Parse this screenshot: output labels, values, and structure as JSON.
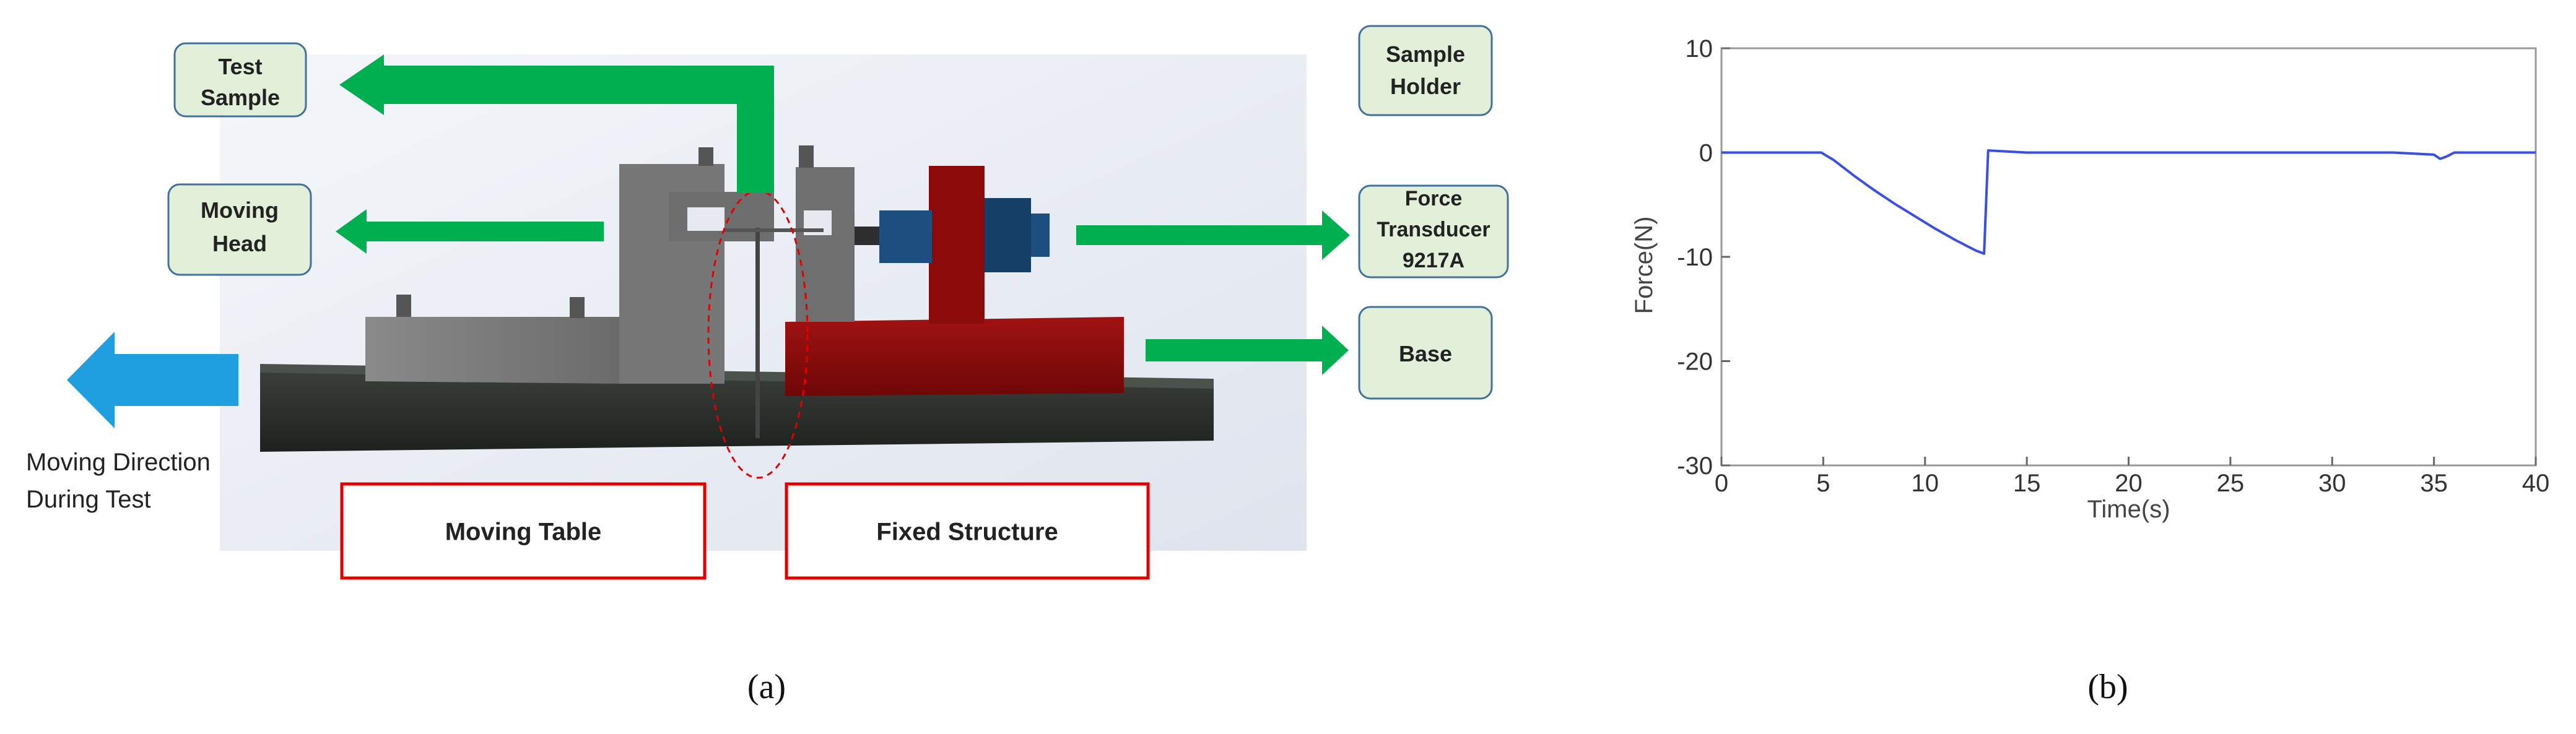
{
  "figure_a": {
    "labels": {
      "test_sample": [
        "Test",
        "Sample"
      ],
      "sample_holder": [
        "Sample",
        "Holder"
      ],
      "moving_head": [
        "Moving",
        "Head"
      ],
      "force_transducer": [
        "Force",
        "Transducer",
        "9217A"
      ],
      "base": [
        "Base"
      ],
      "moving_direction": [
        "Moving Direction",
        "During Test"
      ],
      "moving_table": "Moving Table",
      "fixed_structure": "Fixed Structure"
    },
    "caption": "(a)",
    "colors": {
      "callout_fill": "#e2f0d9",
      "callout_stroke": "#41719c",
      "green_arrow": "#00b050",
      "blue_arrow": "#1f9fe0",
      "red_box": "#e00000",
      "moving_parts": "#7f7f7f",
      "fixed_parts": "#8b0a0a",
      "table": "#2b2f2b",
      "transducer": "#1c4f80"
    }
  },
  "figure_b": {
    "caption": "(b)"
  },
  "chart_data": {
    "type": "line",
    "title": "",
    "xlabel": "Time(s)",
    "ylabel": "Force(N)",
    "xlim": [
      0,
      40
    ],
    "ylim": [
      -30,
      10
    ],
    "xticks": [
      0,
      5,
      10,
      15,
      20,
      25,
      30,
      35,
      40
    ],
    "yticks": [
      -30,
      -20,
      -10,
      0,
      10
    ],
    "grid": false,
    "legend": "none",
    "series": [
      {
        "color": "#3b4fe0",
        "x": [
          0,
          4.9,
          5.5,
          6.5,
          7.5,
          8.5,
          9.5,
          10.5,
          11.5,
          12.5,
          12.9,
          13.1,
          15,
          20,
          25,
          30,
          33,
          35,
          35.3,
          35.6,
          36,
          38,
          40
        ],
        "y": [
          0,
          0,
          -0.7,
          -2.2,
          -3.6,
          -4.9,
          -6.1,
          -7.3,
          -8.4,
          -9.4,
          -9.7,
          0.2,
          0,
          0,
          0,
          0,
          0,
          -0.2,
          -0.6,
          -0.4,
          0,
          0,
          0
        ]
      }
    ]
  }
}
